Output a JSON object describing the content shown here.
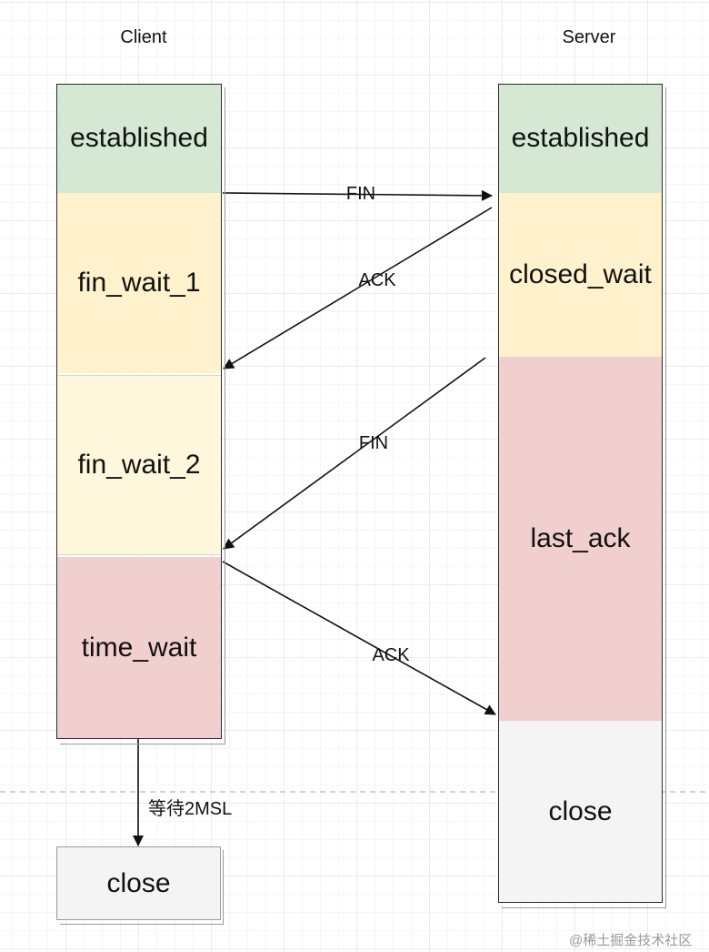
{
  "client": {
    "header": "Client",
    "states": [
      "established",
      "fin_wait_1",
      "fin_wait_2",
      "time_wait"
    ],
    "wait_label": "等待2MSL",
    "final_state": "close"
  },
  "server": {
    "header": "Server",
    "states": [
      "established",
      "closed_wait",
      "last_ack",
      "close"
    ]
  },
  "messages": [
    "FIN",
    "ACK",
    "FIN",
    "ACK"
  ],
  "watermark": "@稀土掘金技术社区",
  "colors": {
    "established": "#d5e8d4",
    "wait": "#fff2cc",
    "closing": "#f1cfce",
    "closed": "#f4f4f4"
  }
}
